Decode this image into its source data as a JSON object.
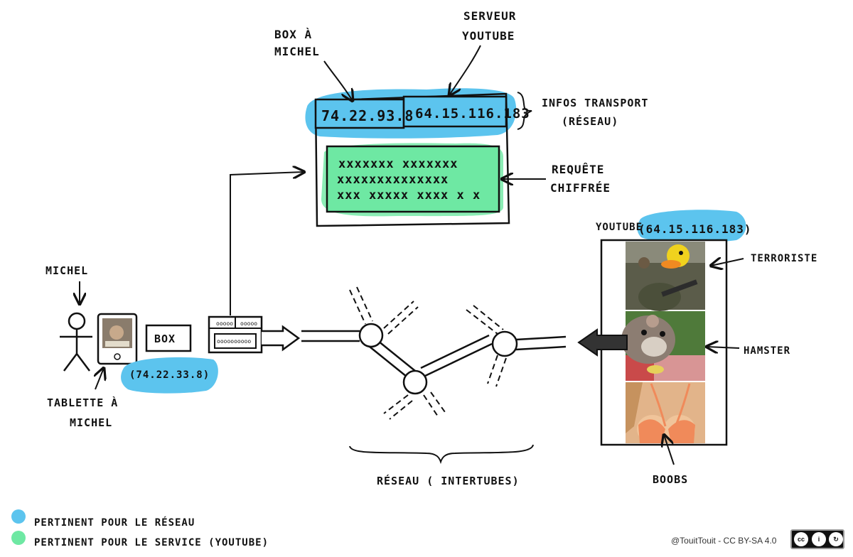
{
  "colors": {
    "network_blue": "#5cc4ee",
    "service_green": "#6ee8a3",
    "ink": "#111111"
  },
  "packet": {
    "box_label_line1": "BOX À",
    "box_label_line2": "MICHEL",
    "server_label_line1": "SERVEUR",
    "server_label_line2": "YOUTUBE",
    "source_ip": "74.22.93.8",
    "dest_ip": "64.15.116.183",
    "transport_label_line1": "INFOS TRANSPORT",
    "transport_label_line2": "(RÉSEAU)",
    "payload_rows": [
      "xxxxxxx xxxxxxx",
      "xxxxxxxxxxxxxx",
      "xxx xxxxx xxxx x x"
    ],
    "payload_label_line1": "REQUÊTE",
    "payload_label_line2": "CHIFFRÉE"
  },
  "left": {
    "michel_label": "MICHEL",
    "tablet_label_line1": "TABLETTE À",
    "tablet_label_line2": "MICHEL",
    "box_label": "BOX",
    "box_ip": "(74.22.33.8)"
  },
  "network": {
    "label": "RÉSEAU ( INTERTUBES)"
  },
  "youtube": {
    "title": "YOUTUBE",
    "ip": "(64.15.116.183)",
    "frames": [
      {
        "label": "TERRORISTE",
        "icon": "duck-soldier-photo"
      },
      {
        "label": "HAMSTER",
        "icon": "hamster-photo"
      },
      {
        "label": "BOOBS",
        "icon": "bikini-photo"
      }
    ]
  },
  "legend": {
    "items": [
      {
        "label": "PERTINENT POUR LE RÉSEAU",
        "color": "#5cc4ee"
      },
      {
        "label": "PERTINENT POUR LE SERVICE (YOUTUBE)",
        "color": "#6ee8a3"
      }
    ]
  },
  "credit": "@TouitTouit - CC BY-SA 4.0",
  "license_badge": {
    "by": "BY",
    "sa": "SA"
  }
}
